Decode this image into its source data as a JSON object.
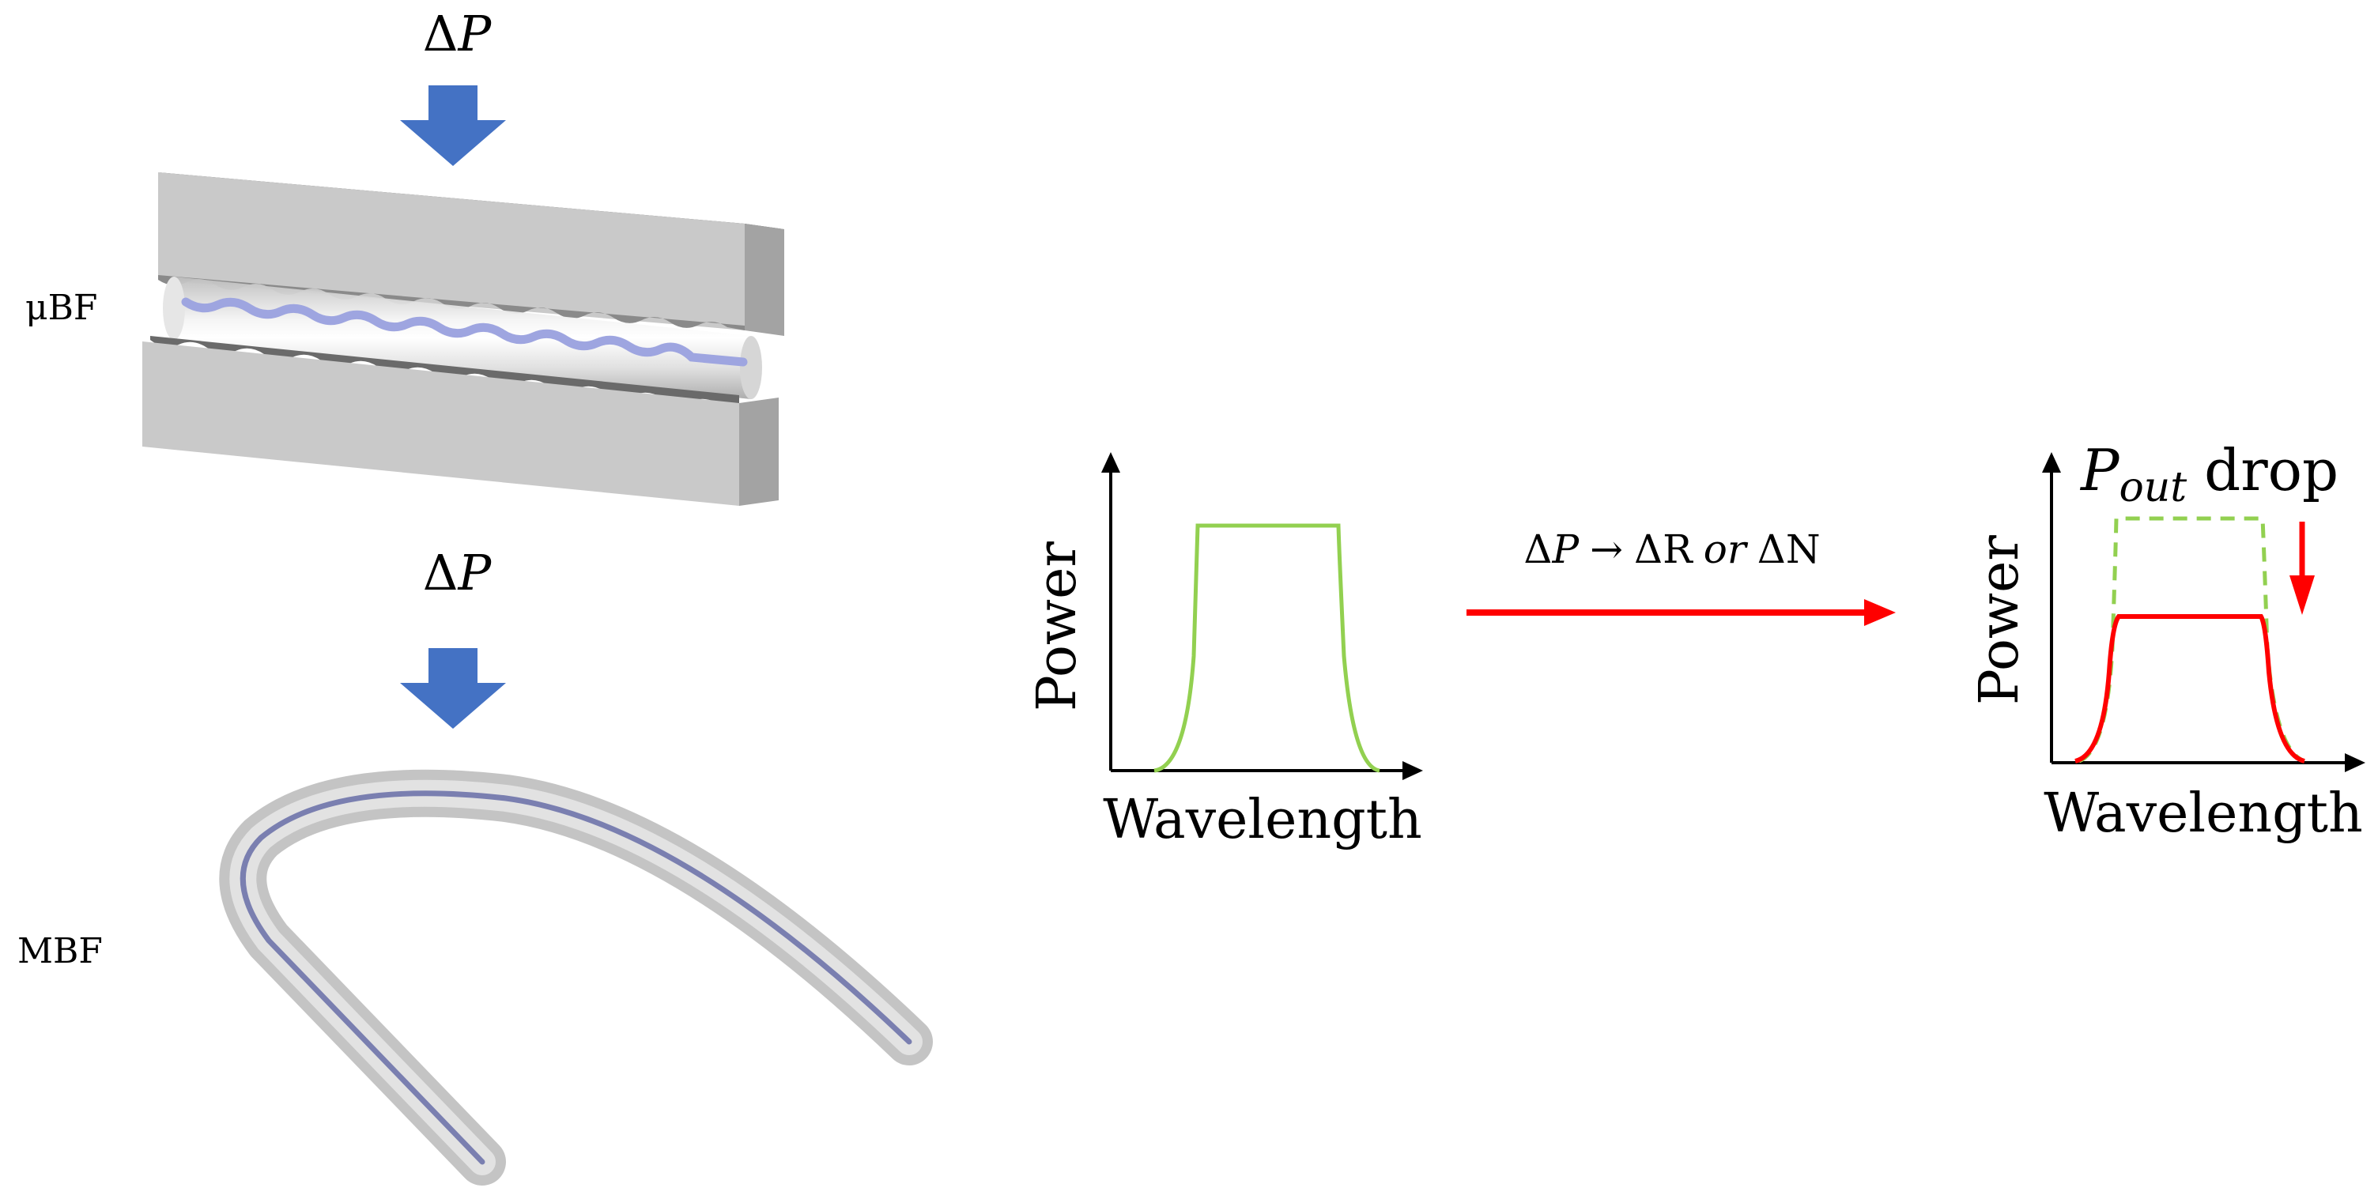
{
  "labels": {
    "delta_p": "ΔP",
    "delta_symbol": "Δ",
    "p_symbol": "P",
    "micro_bf": "μBF",
    "macro_bf": "MBF",
    "transition_delta_p": "ΔP",
    "transition_arrow": "→",
    "transition_delta_r": "ΔR",
    "transition_or": "or",
    "transition_delta_n": "ΔN",
    "power_axis": "Power",
    "wavelength_axis": "Wavelength",
    "pout_p": "P",
    "pout_sub": "out",
    "pout_drop": "drop"
  },
  "colors": {
    "force_arrow": "#4472C4",
    "plate_front": "#c8c8c8",
    "plate_top": "#dcdcdc",
    "plate_side": "#9a9a9a",
    "fiber_core": "#9ea5e0",
    "spectrum_initial": "#92D050",
    "spectrum_after": "#FF0000",
    "transition_arrow": "#FF0000",
    "drop_arrow": "#FF0000"
  }
}
